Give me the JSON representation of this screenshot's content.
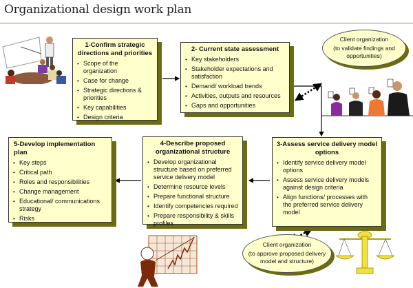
{
  "title": "Organizational design work plan",
  "steps": [
    {
      "title": "1-Confirm strategic directions and priorities",
      "items": [
        "Scope of the organization",
        "Case for change",
        "Strategic directions & priorities",
        "Key capabilities",
        "Design criteria"
      ]
    },
    {
      "title": "2- Current state assessment",
      "items": [
        "Key stakeholders",
        "Stakeholder expectations and satisfaction",
        "Demand/ workload trends",
        "Activities, outputs and resources",
        "Gaps and opportunities"
      ]
    },
    {
      "title": "3-Assess service delivery model options",
      "items": [
        "Identify service delivery model options",
        "Assess service delivery models against design criteria",
        "Align functions/ processes with the preferred service delivery model"
      ]
    },
    {
      "title": "4-Describe proposed organizational structure",
      "items": [
        "Develop organizational structure based on preferred service delivery model",
        "Determine resource levels",
        "Prepare functional structure",
        "Identify competencies required",
        "Prepare responsibility & skills profiles"
      ]
    },
    {
      "title": "5-Develop implementation plan",
      "items": [
        "Key steps",
        "Critical path",
        "Roles and responsibilities",
        "Change management",
        "Educational/ communications strategy",
        "Risks"
      ]
    }
  ],
  "callouts": [
    {
      "title": "Client organization",
      "note": "(to validate findings and opportunities)"
    },
    {
      "title": "Client organization",
      "note": "(to approve proposed delivery model and structure)"
    }
  ],
  "colors": {
    "box_fill": "#ffffcc",
    "box_shadow": "#6b6b12",
    "rule": "#8c8c5a"
  }
}
